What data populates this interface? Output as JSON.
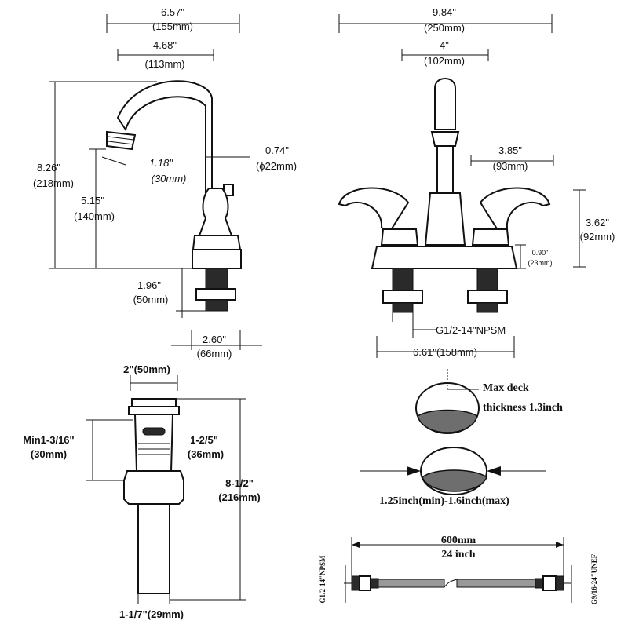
{
  "side_view": {
    "overall_width": "6.57\"",
    "overall_width_mm": "(155mm)",
    "reach": "4.68\"",
    "reach_mm": "(113mm)",
    "total_height": "8.26\"",
    "total_height_mm": "(218mm)",
    "spout_height": "5.15\"",
    "spout_height_mm": "(140mm)",
    "aerator": "1.18\"",
    "aerator_mm": "(30mm)",
    "spout_diameter": "0.74\"",
    "spout_diameter_mm": "(ϕ22mm)",
    "shank_length": "1.96\"",
    "shank_length_mm": "(50mm)",
    "base_width": "2.60\"",
    "base_width_mm": "(66mm)"
  },
  "front_view": {
    "overall_width": "9.84\"",
    "overall_width_mm": "(250mm)",
    "center": "4\"",
    "center_mm": "(102mm)",
    "handle_reach": "3.85\"",
    "handle_reach_mm": "(93mm)",
    "handle_height": "3.62\"",
    "handle_height_mm": "(92mm)",
    "base_height": "0.90\"",
    "base_height_mm": "(23mm)",
    "thread": "G1/2-14\"NPSM",
    "base_length": "6.61\"(158mm)"
  },
  "drain": {
    "top_diameter": "2\"(50mm)",
    "min_label": "Min1-3/16\"",
    "min_mm": "(30mm)",
    "overflow": "1-2/5\"",
    "overflow_mm": "(36mm)",
    "total_length": "8-1/2\"",
    "total_length_mm": "(216mm)",
    "tail_diameter": "1-1/7\"(29mm)"
  },
  "deck": {
    "thickness_line1": "Max deck",
    "thickness_line2": "thickness 1.3inch",
    "hole_range": "1.25inch(min)-1.6inch(max)"
  },
  "hose": {
    "length_mm": "600mm",
    "length_in": "24 inch",
    "left_thread": "G1/2-14″NPSM",
    "right_thread": "G9/16-24″UNEF"
  }
}
